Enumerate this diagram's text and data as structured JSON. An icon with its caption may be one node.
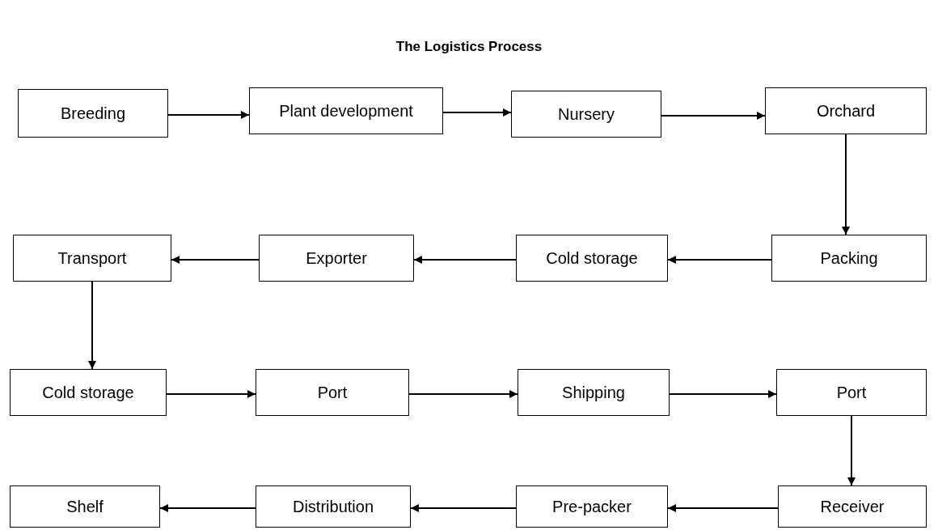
{
  "diagram": {
    "title": "The Logistics Process",
    "nodes": [
      {
        "text": [
          "Breeding"
        ]
      },
      {
        "text": [
          "Plant development"
        ]
      },
      {
        "text": [
          "Nursery"
        ]
      },
      {
        "text": [
          "Orchard"
        ]
      },
      {
        "text": [
          "Transport"
        ]
      },
      {
        "text": [
          "Exporter"
        ]
      },
      {
        "text": [
          "Cold storage"
        ]
      },
      {
        "text": [
          "Packing"
        ]
      },
      {
        "text": [
          "Cold storage"
        ]
      },
      {
        "text": [
          "Port"
        ]
      },
      {
        "text": [
          "Shipping"
        ]
      },
      {
        "text": [
          "Port"
        ]
      },
      {
        "text": [
          "Shelf"
        ]
      },
      {
        "text": [
          "Distribution"
        ]
      },
      {
        "text": [
          "Pre-packer"
        ]
      },
      {
        "text": [
          "Receiver"
        ]
      }
    ],
    "edges": [
      {
        "from": 0,
        "to": 1,
        "arrow": "to"
      },
      {
        "from": 1,
        "to": 2,
        "arrow": "to"
      },
      {
        "from": 2,
        "to": 3,
        "arrow": "to"
      },
      {
        "from": 3,
        "to": 7,
        "arrow": "to"
      },
      {
        "from": 7,
        "to": 6,
        "arrow": "to"
      },
      {
        "from": 6,
        "to": 5,
        "arrow": "to"
      },
      {
        "from": 5,
        "to": 4,
        "arrow": "to"
      },
      {
        "from": 4,
        "to": 8,
        "arrow": "to"
      },
      {
        "from": 8,
        "to": 9,
        "arrow": "to"
      },
      {
        "from": 9,
        "to": 10,
        "arrow": "to"
      },
      {
        "from": 10,
        "to": 11,
        "arrow": "to"
      },
      {
        "from": 11,
        "to": 15,
        "arrow": "to"
      },
      {
        "from": 15,
        "to": 14,
        "arrow": "to"
      },
      {
        "from": 14,
        "to": 13,
        "arrow": "to"
      },
      {
        "from": 13,
        "to": 12,
        "arrow": "to"
      }
    ]
  }
}
